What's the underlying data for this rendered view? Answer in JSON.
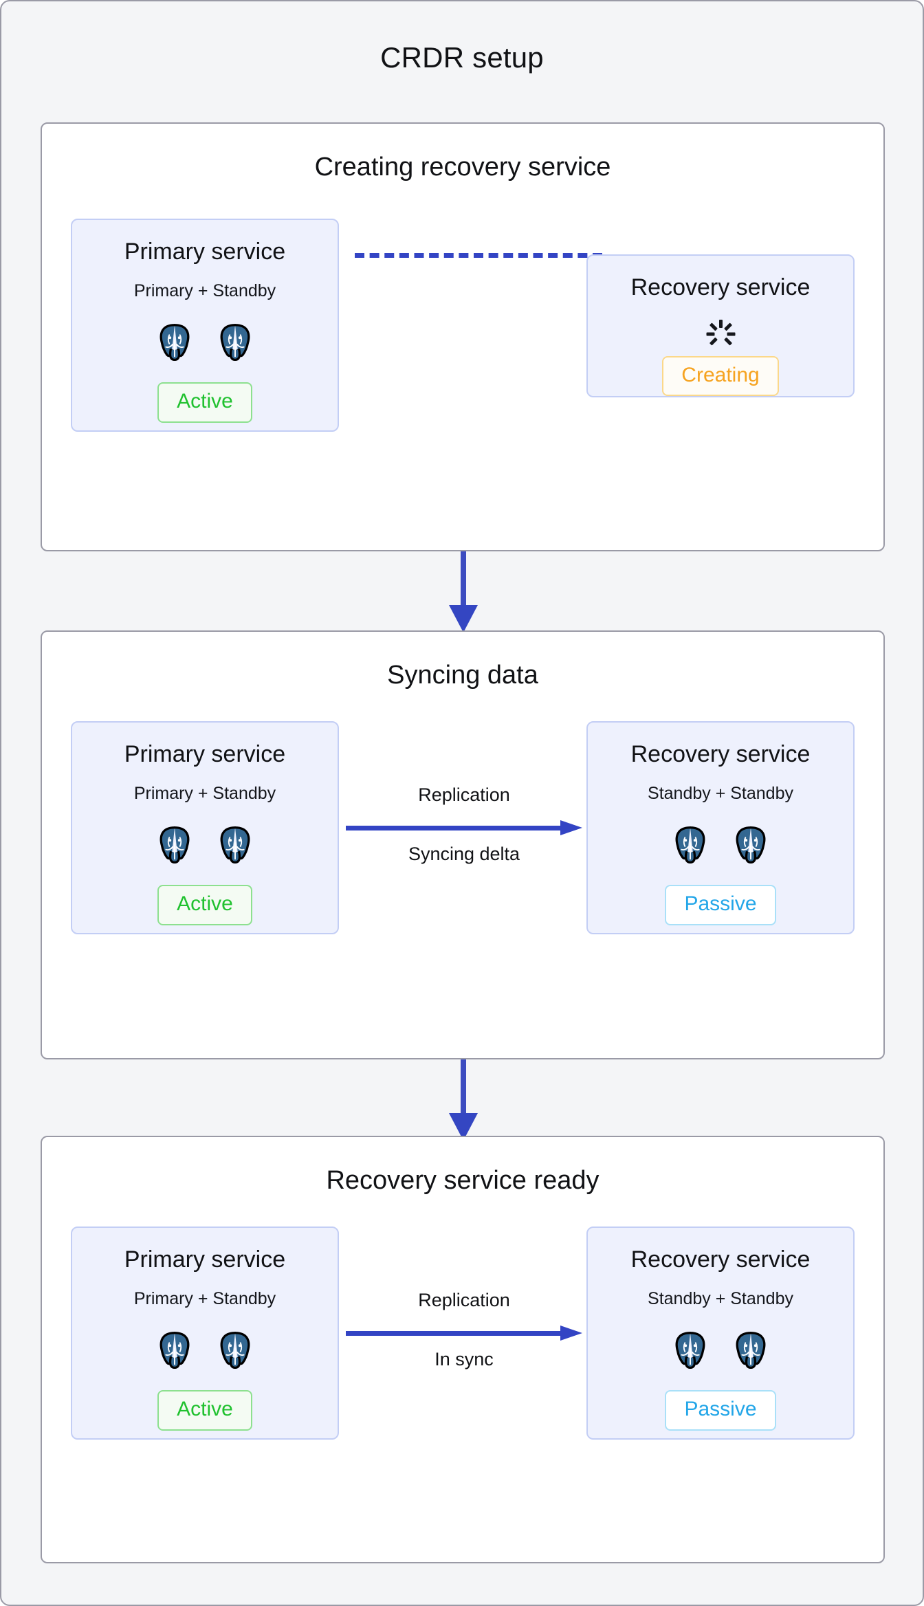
{
  "diagram": {
    "title": "CRDR setup",
    "colors": {
      "canvas_bg": "#f4f5f7",
      "panel_bg": "#ffffff",
      "panel_border": "#9a9aa6",
      "card_bg": "#eef1fd",
      "card_border": "#c3cef5",
      "arrow_blue": "#3344c4",
      "flow_arrow_blue": "#3446c2",
      "status_active": "#20c12f",
      "status_passive": "#23a6e8",
      "status_creating": "#f6a320",
      "postgres_blue": "#336791"
    }
  },
  "stages": [
    {
      "title": "Creating recovery service",
      "left_card": {
        "title": "Primary service",
        "subtitle": "Primary + Standby",
        "node_count": 2,
        "node_icon": "postgres-elephant-icon",
        "status": "Active",
        "status_kind": "active"
      },
      "connector": {
        "style": "dashed",
        "direction": "none",
        "label_top": "",
        "label_bottom": ""
      },
      "right_card": {
        "title": "Recovery service",
        "subtitle": "",
        "node_count": 0,
        "node_icon": "loading-spinner-icon",
        "status": "Creating",
        "status_kind": "creating"
      }
    },
    {
      "title": "Syncing data",
      "left_card": {
        "title": "Primary service",
        "subtitle": "Primary + Standby",
        "node_count": 2,
        "node_icon": "postgres-elephant-icon",
        "status": "Active",
        "status_kind": "active"
      },
      "connector": {
        "style": "solid",
        "direction": "right",
        "label_top": "Replication",
        "label_bottom": "Syncing delta"
      },
      "right_card": {
        "title": "Recovery service",
        "subtitle": "Standby + Standby",
        "node_count": 2,
        "node_icon": "postgres-elephant-icon",
        "status": "Passive",
        "status_kind": "passive"
      }
    },
    {
      "title": "Recovery service ready",
      "left_card": {
        "title": "Primary service",
        "subtitle": "Primary + Standby",
        "node_count": 2,
        "node_icon": "postgres-elephant-icon",
        "status": "Active",
        "status_kind": "active"
      },
      "connector": {
        "style": "solid",
        "direction": "right",
        "label_top": "Replication",
        "label_bottom": "In sync"
      },
      "right_card": {
        "title": "Recovery service",
        "subtitle": "Standby + Standby",
        "node_count": 2,
        "node_icon": "postgres-elephant-icon",
        "status": "Passive",
        "status_kind": "passive"
      }
    }
  ],
  "flow_arrows": [
    {
      "name": "stage-1-to-stage-2",
      "direction": "down"
    },
    {
      "name": "stage-2-to-stage-3",
      "direction": "down"
    }
  ]
}
